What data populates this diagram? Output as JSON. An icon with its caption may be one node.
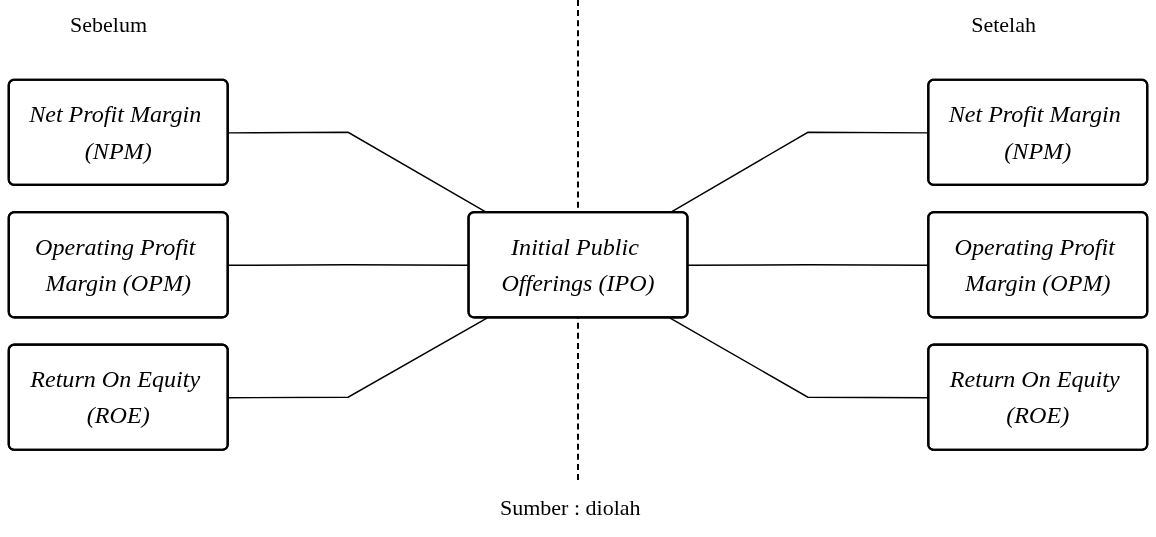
{
  "diagram": {
    "nodes": [
      {
        "text": [
          "Net Profit Margin (NPM)"
        ]
      },
      {
        "text": [
          "Operating Profit Margin (OPM)"
        ]
      },
      {
        "text": [
          "Return On Equity (ROE)"
        ]
      },
      {
        "text": [
          "Initial Public Offerings (IPO)"
        ]
      },
      {
        "text": [
          "Net Profit Margin (NPM)"
        ]
      },
      {
        "text": [
          "Operating Profit Margin (OPM)"
        ]
      },
      {
        "text": [
          "Return On Equity (ROE)"
        ]
      }
    ],
    "edges": [
      {
        "from": 0,
        "to": 3,
        "arrow": "none"
      },
      {
        "from": 1,
        "to": 3,
        "arrow": "none"
      },
      {
        "from": 2,
        "to": 3,
        "arrow": "none"
      },
      {
        "from": 3,
        "to": 4,
        "arrow": "none"
      },
      {
        "from": 3,
        "to": 5,
        "arrow": "none"
      },
      {
        "from": 3,
        "to": 6,
        "arrow": "none"
      }
    ],
    "labels": [
      "Sebelum",
      "Setelah",
      "Sumber : diolah"
    ]
  }
}
